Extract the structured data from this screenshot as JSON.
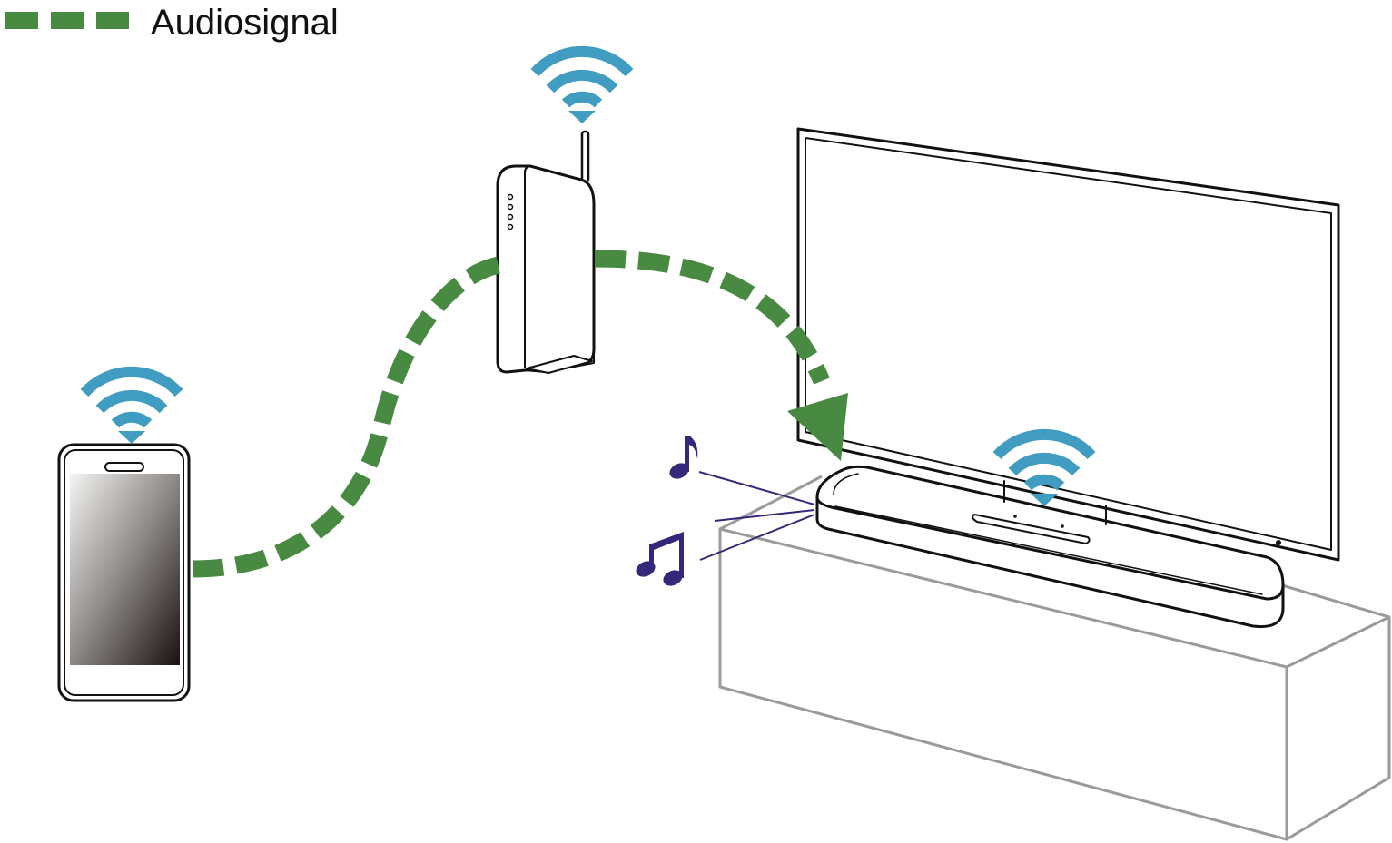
{
  "legend": {
    "label": "Audiosignal"
  },
  "colors": {
    "signal": "#488a41",
    "wifi": "#409cc0",
    "note": "#33287a",
    "outline": "#111111",
    "furniture": "#9a9a9a"
  },
  "icons": {
    "wifi": "wifi-icon",
    "note": "music-note-icon",
    "phone": "smartphone",
    "router": "wireless-router",
    "tv": "television",
    "soundbar": "soundbar"
  }
}
